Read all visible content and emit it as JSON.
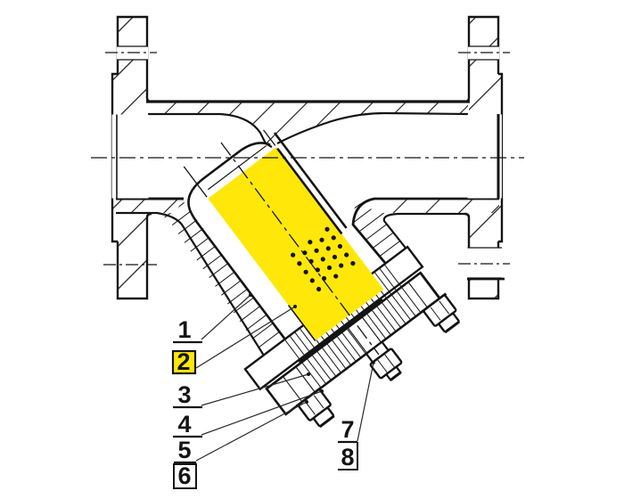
{
  "diagram": {
    "type": "technical-cross-section",
    "subject": "Y-strainer (Y-type pipeline filter) sectional drawing with numbered part callouts",
    "background": "#ffffff",
    "line_color": "#141414",
    "highlight_color": "#ffe70a",
    "highlighted_part": "2",
    "labels": [
      {
        "id": "1",
        "text": "1",
        "style": "underline"
      },
      {
        "id": "2",
        "text": "2",
        "style": "highlighted-yellow-box"
      },
      {
        "id": "3",
        "text": "3",
        "style": "underline"
      },
      {
        "id": "4",
        "text": "4",
        "style": "underline"
      },
      {
        "id": "5",
        "text": "5",
        "style": "underline"
      },
      {
        "id": "6",
        "text": "6",
        "style": "boxed"
      },
      {
        "id": "7",
        "text": "7",
        "style": "underline"
      },
      {
        "id": "8",
        "text": "8",
        "style": "boxed-open-left"
      }
    ],
    "perforations": {
      "count": 23,
      "pattern": "staggered-diagonal-grid",
      "columns": [
        5,
        4,
        5,
        4,
        5
      ]
    }
  }
}
